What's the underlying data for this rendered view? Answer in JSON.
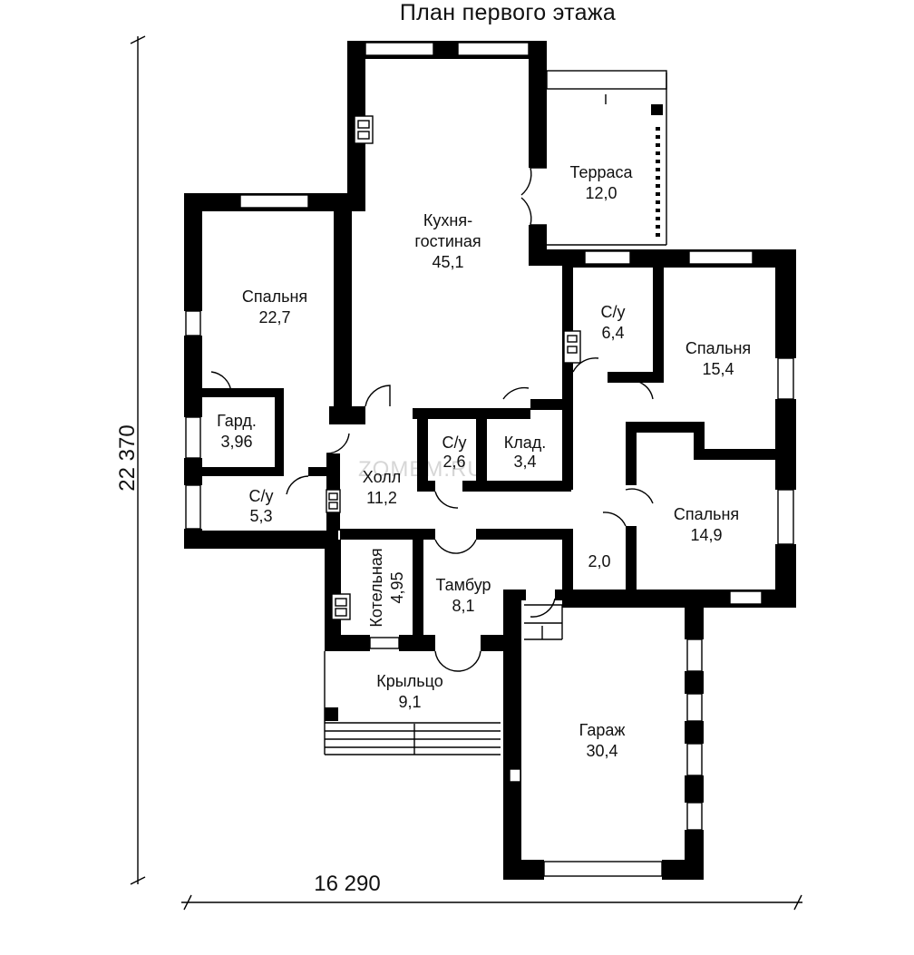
{
  "title": "План первого этажа",
  "dimensions": {
    "height": "22 370",
    "width": "16 290"
  },
  "watermark": "ZOMBM.RU",
  "rooms": [
    {
      "name": "Терраса",
      "area": "12,0"
    },
    {
      "name": "Кухня-",
      "name2": "гостиная",
      "area": "45,1"
    },
    {
      "name": "Спальня",
      "area": "22,7"
    },
    {
      "name": "С/у",
      "area": "6,4"
    },
    {
      "name": "Спальня",
      "area": "15,4"
    },
    {
      "name": "Гард.",
      "area": "3,96"
    },
    {
      "name": "С/у",
      "area": "2,6"
    },
    {
      "name": "Клад.",
      "area": "3,4"
    },
    {
      "name": "Холл",
      "area": "11,2"
    },
    {
      "name": "С/у",
      "area": "5,3"
    },
    {
      "name": "Спальня",
      "area": "14,9"
    },
    {
      "name": "",
      "area": "2,0"
    },
    {
      "name": "Котельная",
      "area": "4,95"
    },
    {
      "name": "Тамбур",
      "area": "8,1"
    },
    {
      "name": "Крыльцо",
      "area": "9,1"
    },
    {
      "name": "Гараж",
      "area": "30,4"
    }
  ]
}
